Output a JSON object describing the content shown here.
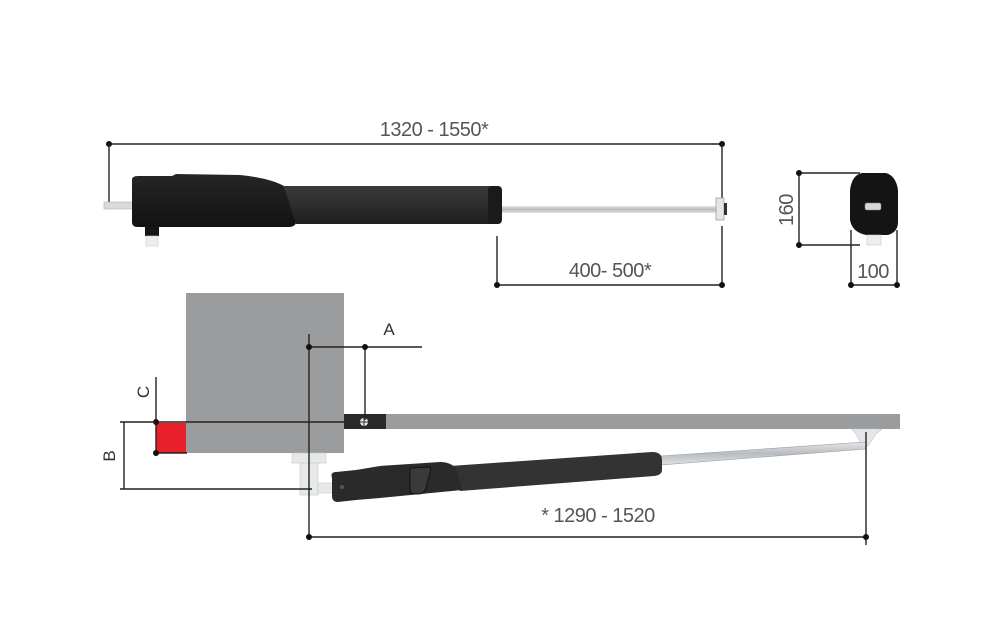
{
  "diagram": {
    "subject": "Swing gate linear actuator – dimensional and installation drawing",
    "top_view": {
      "overall_length_label": "1320 - 1550*",
      "stroke_label": "400- 500*"
    },
    "end_view": {
      "height_label": "160",
      "width_label": "100"
    },
    "installation_view": {
      "label_a": "A",
      "label_b": "B",
      "label_c": "C",
      "installed_length_label": "* 1290 - 1520"
    },
    "colors": {
      "motor_body": "#1c1c1c",
      "tube": "#2e2e2e",
      "rod": "#c8ccd0",
      "pillar": "#9a9c9e",
      "gate_leaf": "#9a9c9e",
      "red_marker": "#e8202a",
      "dimension_line": "#222222",
      "dimension_text": "#555555"
    }
  }
}
